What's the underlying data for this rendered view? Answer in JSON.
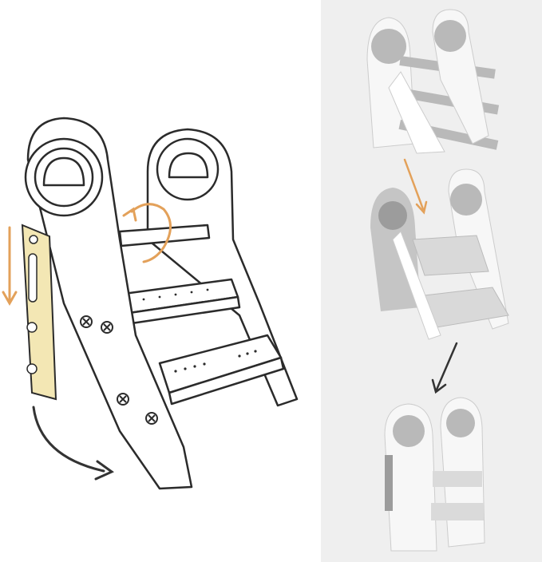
{
  "colors": {
    "background_left": "#ffffff",
    "background_right": "#efefef",
    "line_art": "#2b2b2b",
    "highlight_bracket": "#f3e7b4",
    "arrow_orange": "#e3a15a",
    "arrow_dark": "#333333",
    "stool_white": "#f7f7f7",
    "stool_gray": "#b9b9b9",
    "stool_dark_gray": "#9c9c9c"
  },
  "illustration": {
    "main": "step-stool-line-drawing",
    "sequence": [
      "stool-state-top",
      "stool-state-middle",
      "stool-state-bottom"
    ],
    "icons": [
      "down-arrow-icon",
      "rotate-arrow-icon",
      "curved-arrow-icon",
      "sequence-arrow-icon"
    ]
  }
}
